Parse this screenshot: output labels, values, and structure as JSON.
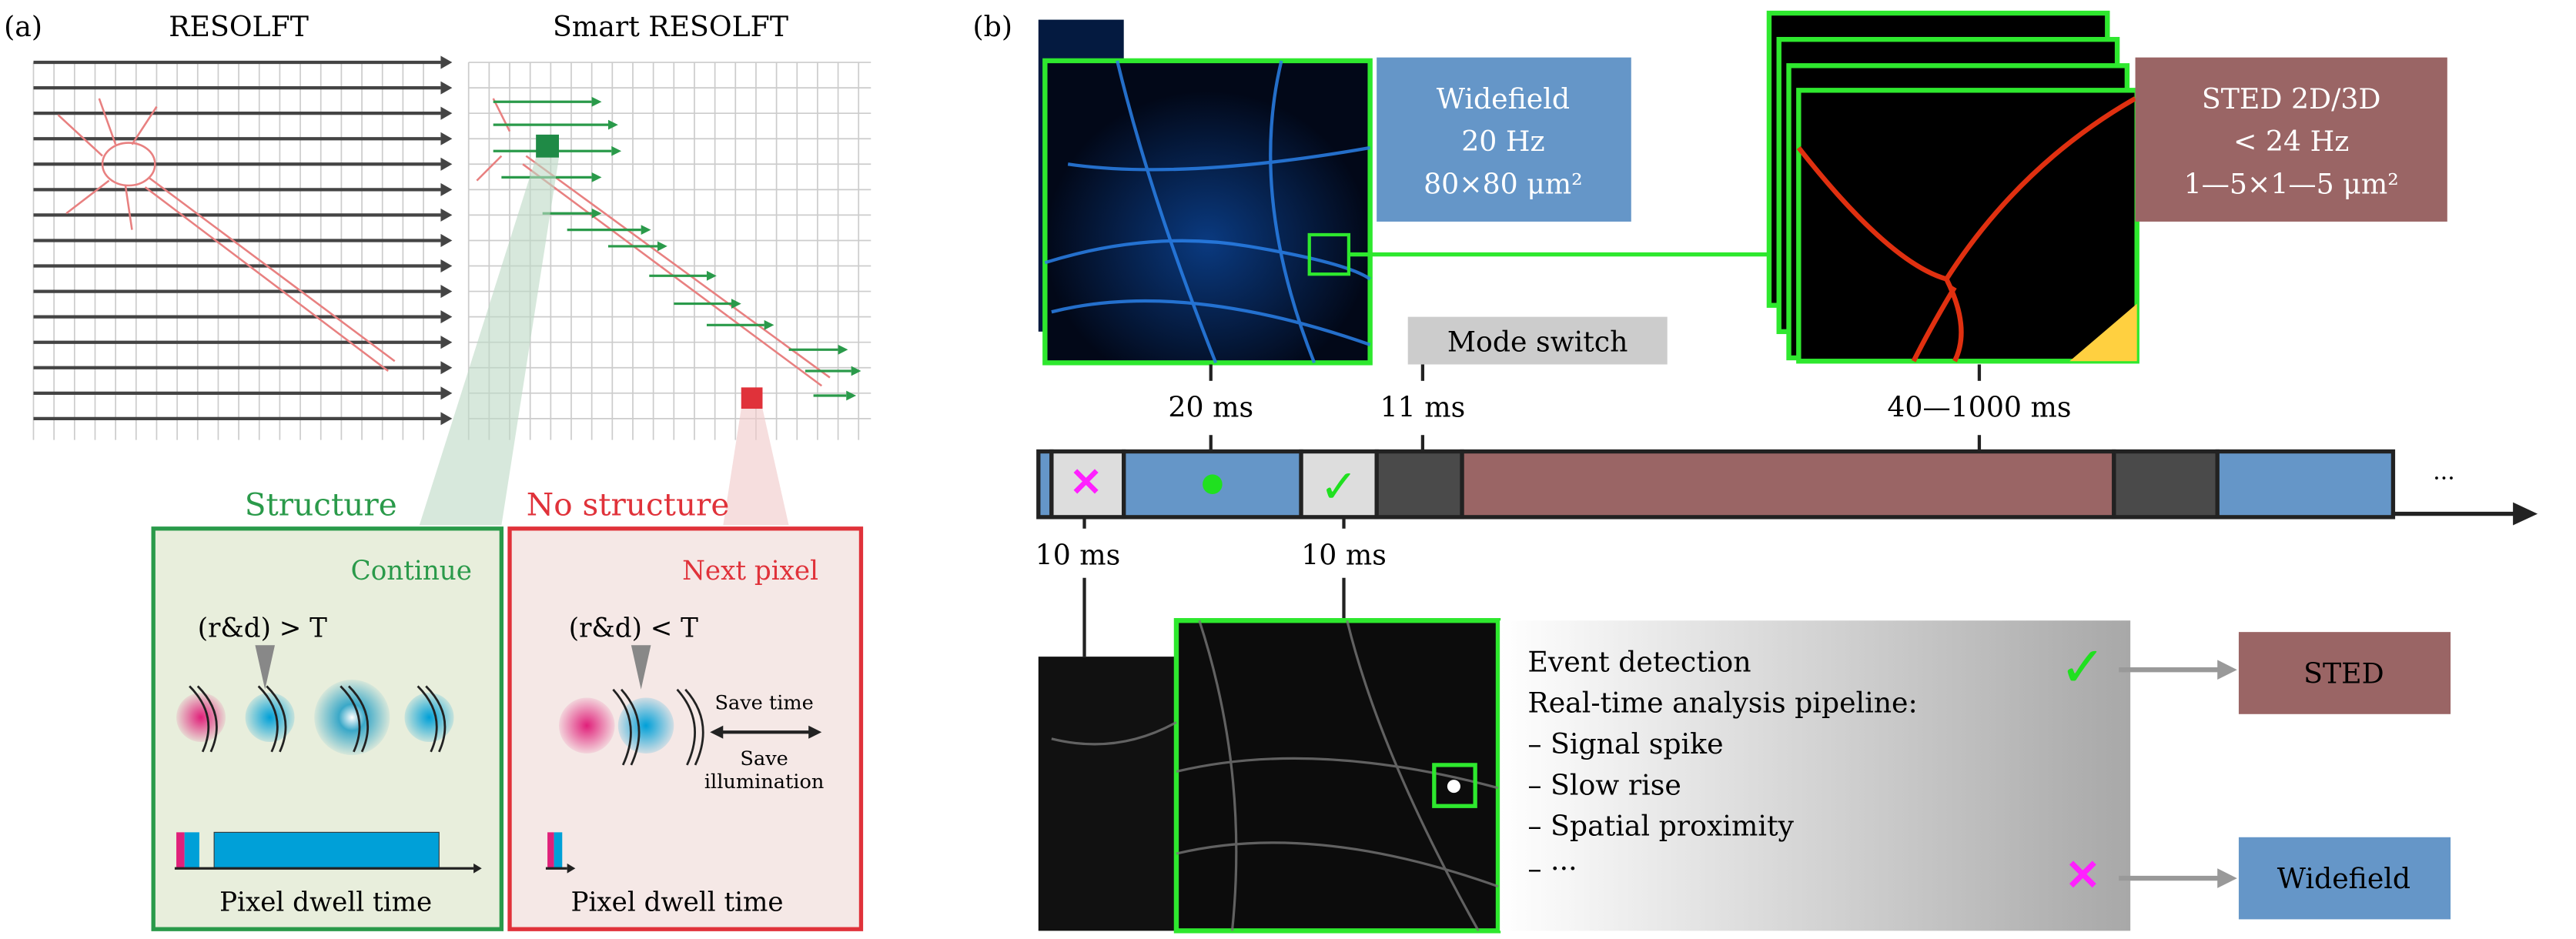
{
  "panel_a": {
    "label": "(a)",
    "title_left": "RESOLFT",
    "title_right": "Smart RESOLFT",
    "structure": {
      "heading": "Structure",
      "action": "Continue",
      "condition": "(r&d) > T",
      "axis_label": "Pixel dwell time",
      "color": "#2a9a4a"
    },
    "no_structure": {
      "heading": "No structure",
      "action": "Next pixel",
      "condition": "(r&d) < T",
      "save_time": "Save time",
      "save_illum_1": "Save",
      "save_illum_2": "illumination",
      "axis_label": "Pixel dwell time",
      "color": "#e0323a"
    }
  },
  "panel_b": {
    "label": "(b)",
    "widefield_box": {
      "line1": "Widefield",
      "line2": "20 Hz",
      "line3": "80×80 μm²",
      "color": "#6596c8"
    },
    "sted_box": {
      "line1": "STED 2D/3D",
      "line2": "< 24 Hz",
      "line3": "1—5×1—5 μm²",
      "color": "#9a6565"
    },
    "mode_switch": "Mode switch",
    "timings_top": [
      "20 ms",
      "11 ms",
      "40—1000 ms"
    ],
    "timings_bottom": [
      "10 ms",
      "10 ms"
    ],
    "ellipsis": "···",
    "pipeline": {
      "lines": [
        "Event detection",
        "Real-time analysis pipeline:",
        "– Signal spike",
        "– Slow rise",
        "– Spatial proximity",
        "– ···"
      ]
    },
    "outcome_sted": "STED",
    "outcome_widefield": "Widefield"
  }
}
